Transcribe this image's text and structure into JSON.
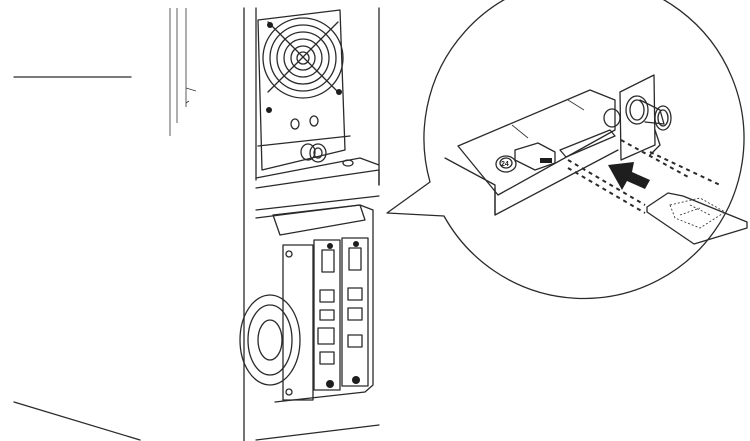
{
  "diagram": {
    "type": "hardware-installation-illustration",
    "style": "monochrome line art",
    "colors": {
      "line": "#2a2a2a",
      "panel_fill": "#e6e6e6",
      "arrow": "#1e1e1e",
      "background": "#ffffff"
    },
    "components": {
      "chassis_rear": "server rear panel with fan grille and thumbscrew",
      "expansion_bay": "lower bay with two expansion cards and fan",
      "callout": "magnified circular detail view",
      "card": "memory/SIM card being inserted into slot",
      "connector": "coaxial antenna connector on bracket",
      "insert_arrow": "black arrow indicating insertion direction"
    },
    "labels": {
      "screw_marking": "24"
    }
  }
}
